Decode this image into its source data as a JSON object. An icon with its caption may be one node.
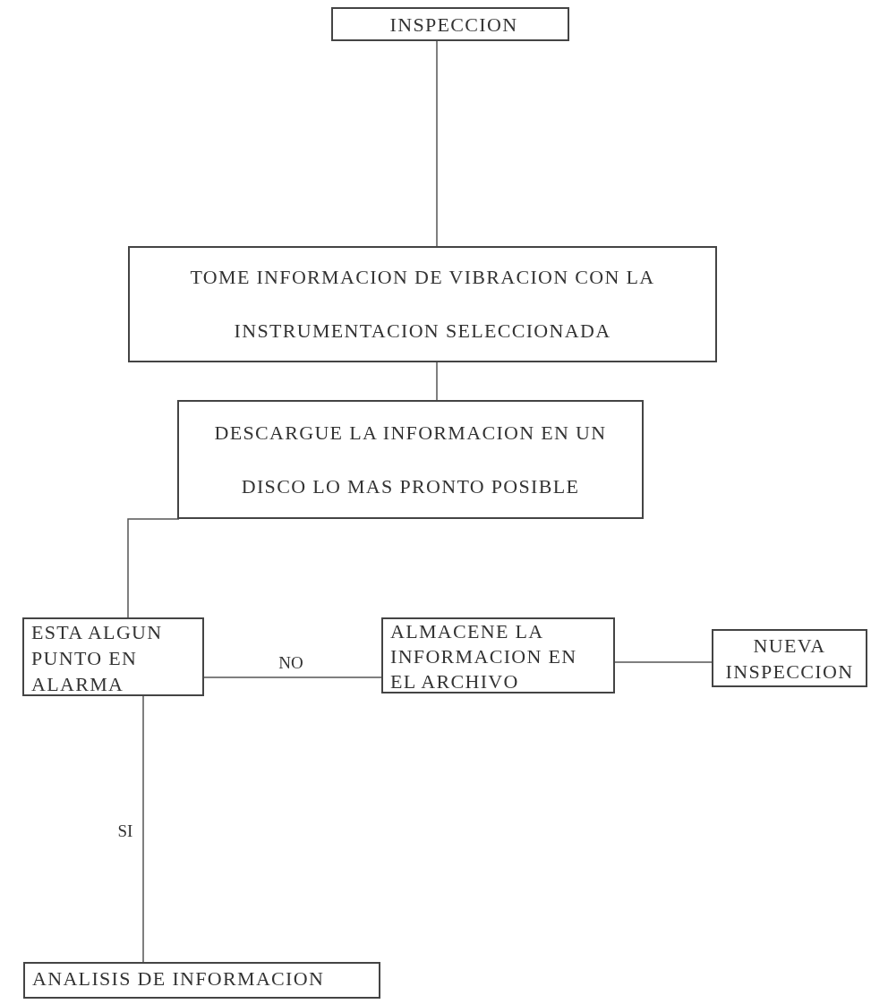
{
  "diagram": {
    "nodes": [
      {
        "text": [
          "INSPECCION"
        ]
      },
      {
        "text": [
          "TOME INFORMACION DE VIBRACION CON LA INSTRUMENTACION SELECCIONADA"
        ]
      },
      {
        "text": [
          "DESCARGUE LA INFORMACION EN UN DISCO LO MAS PRONTO POSIBLE"
        ]
      },
      {
        "text": [
          "ESTA ALGUN PUNTO EN ALARMA"
        ]
      },
      {
        "text": [
          "ALMACENE LA INFORMACION EN EL ARCHIVO"
        ]
      },
      {
        "text": [
          "NUEVA INSPECCION"
        ]
      },
      {
        "text": [
          "ANALISIS DE INFORMACION"
        ]
      }
    ],
    "edges": [
      {
        "from": 0,
        "to": 1,
        "arrow": "none"
      },
      {
        "from": 1,
        "to": 2,
        "arrow": "none"
      },
      {
        "from": 2,
        "to": 3,
        "arrow": "none"
      },
      {
        "from": 3,
        "to": 4,
        "arrow": "none",
        "label": "NO"
      },
      {
        "from": 4,
        "to": 5,
        "arrow": "none"
      },
      {
        "from": 3,
        "to": 6,
        "arrow": "none",
        "label": "SI"
      }
    ]
  }
}
